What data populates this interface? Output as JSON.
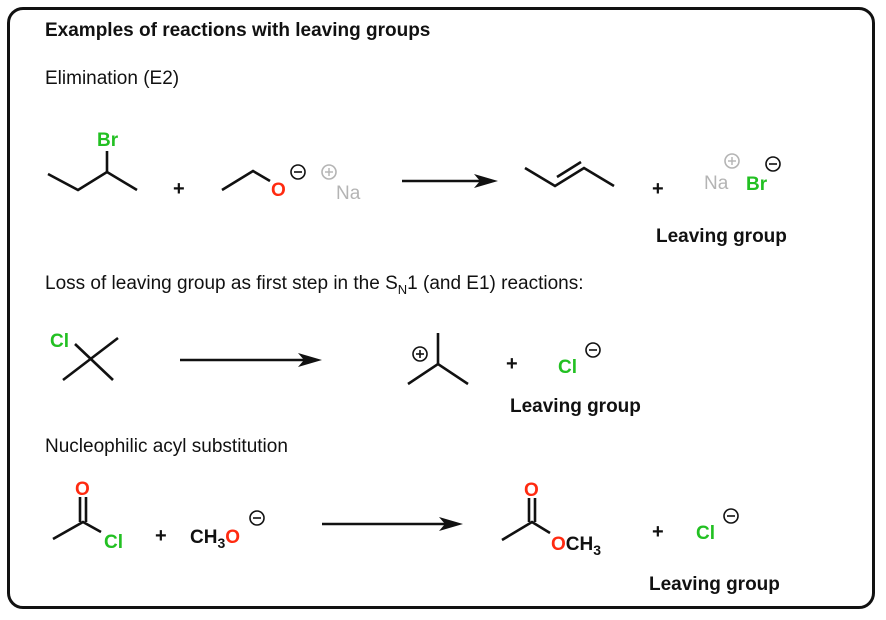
{
  "title": "Examples of reactions with leaving groups",
  "colors": {
    "halogen": "#22c022",
    "oxygen": "#ff2a10",
    "sodium": "#b4b4b4",
    "ink": "#111111"
  },
  "sections": [
    {
      "heading": "Elimination (E2)",
      "reactant_1": {
        "name": "2-bromobutane",
        "label": "Br"
      },
      "plus_1": "+",
      "reactant_2": {
        "name": "sodium ethoxide",
        "oxygen": "O",
        "counterion": "Na"
      },
      "product_1": {
        "name": "2-butene"
      },
      "plus_2": "+",
      "product_2": {
        "cation": "Na",
        "anion": "Br"
      },
      "leaving_group_label": "Leaving group"
    },
    {
      "heading_pre": "Loss of leaving group as first step in the S",
      "heading_sub": "N",
      "heading_post": "1 (and E1) reactions:",
      "reactant_1": {
        "name": "tert-butyl chloride",
        "label": "Cl"
      },
      "product_1": {
        "name": "tert-butyl carbocation"
      },
      "plus_1": "+",
      "product_2": {
        "anion": "Cl"
      },
      "leaving_group_label": "Leaving group"
    },
    {
      "heading": "Nucleophilic acyl substitution",
      "reactant_1": {
        "name": "acetyl chloride",
        "oxygen": "O",
        "label": "Cl"
      },
      "plus_1": "+",
      "reactant_2": {
        "prefix": "CH",
        "sub": "3",
        "oxygen": "O"
      },
      "product_1": {
        "name": "methyl acetate",
        "oxygen": "O",
        "carbonyl_oxygen": "O",
        "suffix": "CH",
        "sub": "3"
      },
      "plus_2": "+",
      "product_2": {
        "anion": "Cl"
      },
      "leaving_group_label": "Leaving group"
    }
  ]
}
